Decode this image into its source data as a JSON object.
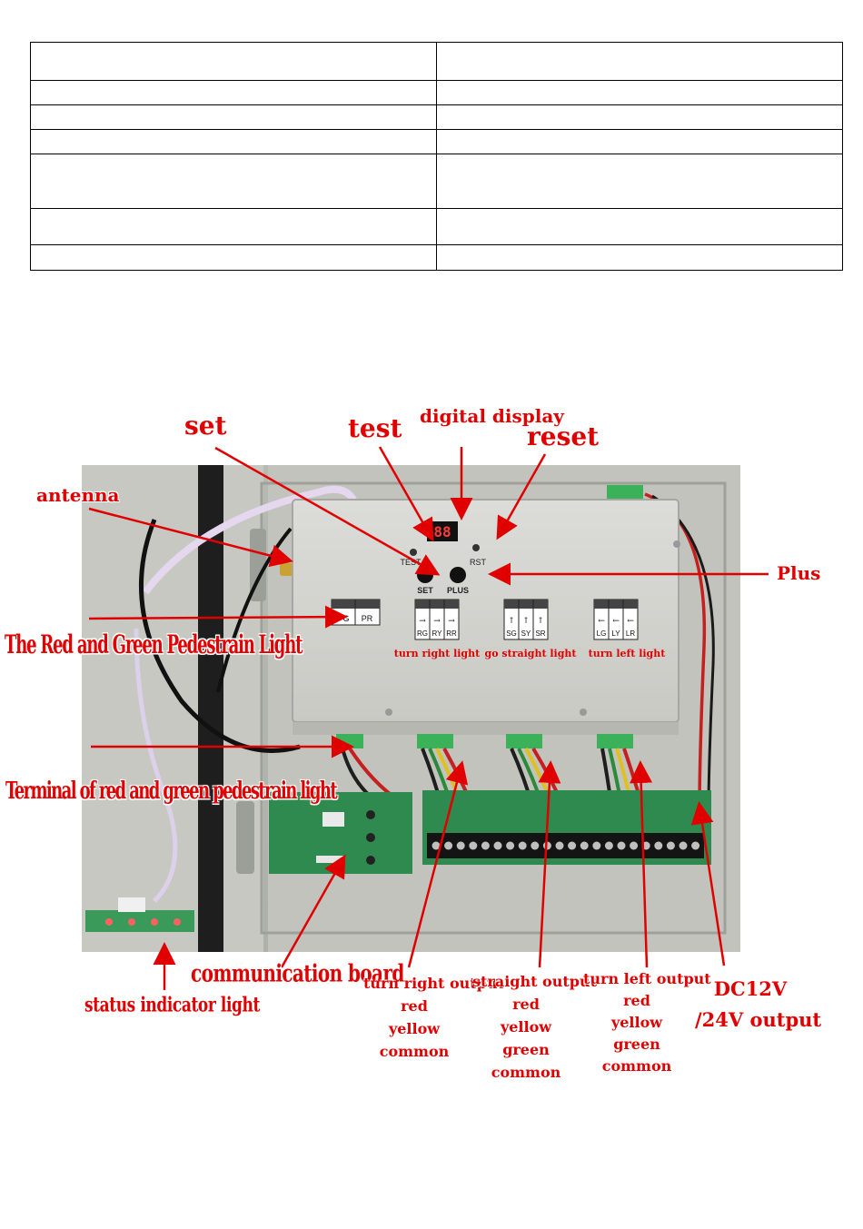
{
  "table": {
    "rows": [
      [
        "",
        ""
      ],
      [
        "",
        ""
      ],
      [
        "",
        ""
      ],
      [
        "",
        ""
      ],
      [
        "",
        ""
      ],
      [
        "",
        ""
      ],
      [
        "",
        ""
      ]
    ]
  },
  "panel": {
    "test": "TEST",
    "rst": "RST",
    "set": "SET",
    "plus": "PLUS",
    "display": "88",
    "ped_labels": [
      "PG",
      "PR"
    ],
    "right_labels": [
      "RG",
      "RY",
      "RR"
    ],
    "straight_labels": [
      "SG",
      "SY",
      "SR"
    ],
    "left_labels": [
      "LG",
      "LY",
      "LR"
    ],
    "turn_right_light": "turn right light",
    "go_straight_light": "go straight light",
    "turn_left_light": "turn left light"
  },
  "labels": {
    "set": "set",
    "test": "test",
    "digital_display": "digital display",
    "reset": "reset",
    "antenna": "antenna",
    "plus": "Plus",
    "ped_light": "The Red and Green Pedestrain Light",
    "ped_terminal": "Terminal of red and green pedestrain light",
    "comm_board": "communication board",
    "status_light": "status indicator light",
    "turn_right_output": [
      "turn right output",
      "red",
      "yellow",
      "common"
    ],
    "straight_output": [
      "straight output",
      "red",
      "yellow",
      "green",
      "common"
    ],
    "turn_left_output": [
      "turn left output",
      "red",
      "yellow",
      "green",
      "common"
    ],
    "dc_output": [
      "DC12V",
      "/24V output"
    ]
  },
  "colors": {
    "annotation": "#e00000",
    "enclosure": "#c9cac4",
    "controller_box": "#d4d4d0",
    "pcb": "#2e8a4e"
  }
}
